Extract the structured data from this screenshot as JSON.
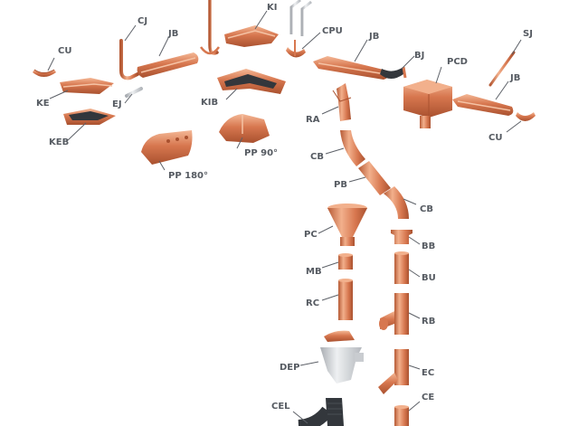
{
  "colors": {
    "copper": "#d7774f",
    "copper_light": "#f2b08c",
    "copper_dark": "#a9512f",
    "rubber": "#33373c",
    "galv": "#c9ccd0",
    "label": "#555a61"
  },
  "labels": {
    "cu_left": "CU",
    "ke": "KE",
    "keb": "KEB",
    "cj": "CJ",
    "ej": "EJ",
    "jb_top_left": "JB",
    "ki": "KI",
    "kib": "KIB",
    "pp_90": "PP 90°",
    "pp_180": "PP 180°",
    "cpu": "CPU",
    "jb_top_center": "JB",
    "bj": "BJ",
    "pcd": "PCD",
    "sj": "SJ",
    "jb_right": "JB",
    "cu_right": "CU",
    "ra": "RA",
    "cb_upper": "CB",
    "pb": "PB",
    "cb_lower": "CB",
    "pc": "PC",
    "bb": "BB",
    "mb": "MB",
    "bu": "BU",
    "rc": "RC",
    "rb": "RB",
    "dep": "DEP",
    "ec": "EC",
    "cel": "CEL",
    "ce": "CE"
  }
}
